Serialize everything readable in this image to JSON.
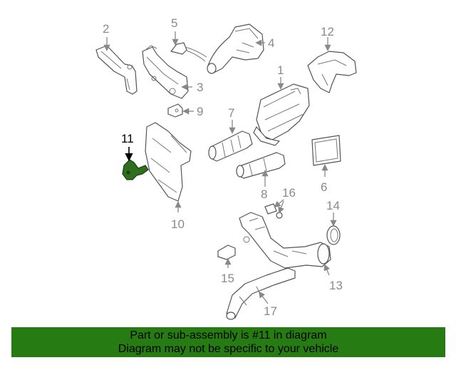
{
  "diagram": {
    "highlight_color": "#2f6e1e",
    "labels": {
      "p1": "1",
      "p2": "2",
      "p3": "3",
      "p4": "4",
      "p5": "5",
      "p6": "6",
      "p7": "7",
      "p8": "8",
      "p9": "9",
      "p10": "10",
      "p11": "11",
      "p12": "12",
      "p13": "13",
      "p14": "14",
      "p15": "15",
      "p16": "16",
      "p17": "17"
    }
  },
  "banner": {
    "color": "#267c12",
    "line1": "Part or sub-assembly is #11 in diagram",
    "line2": "Diagram may not be specific to your vehicle"
  }
}
